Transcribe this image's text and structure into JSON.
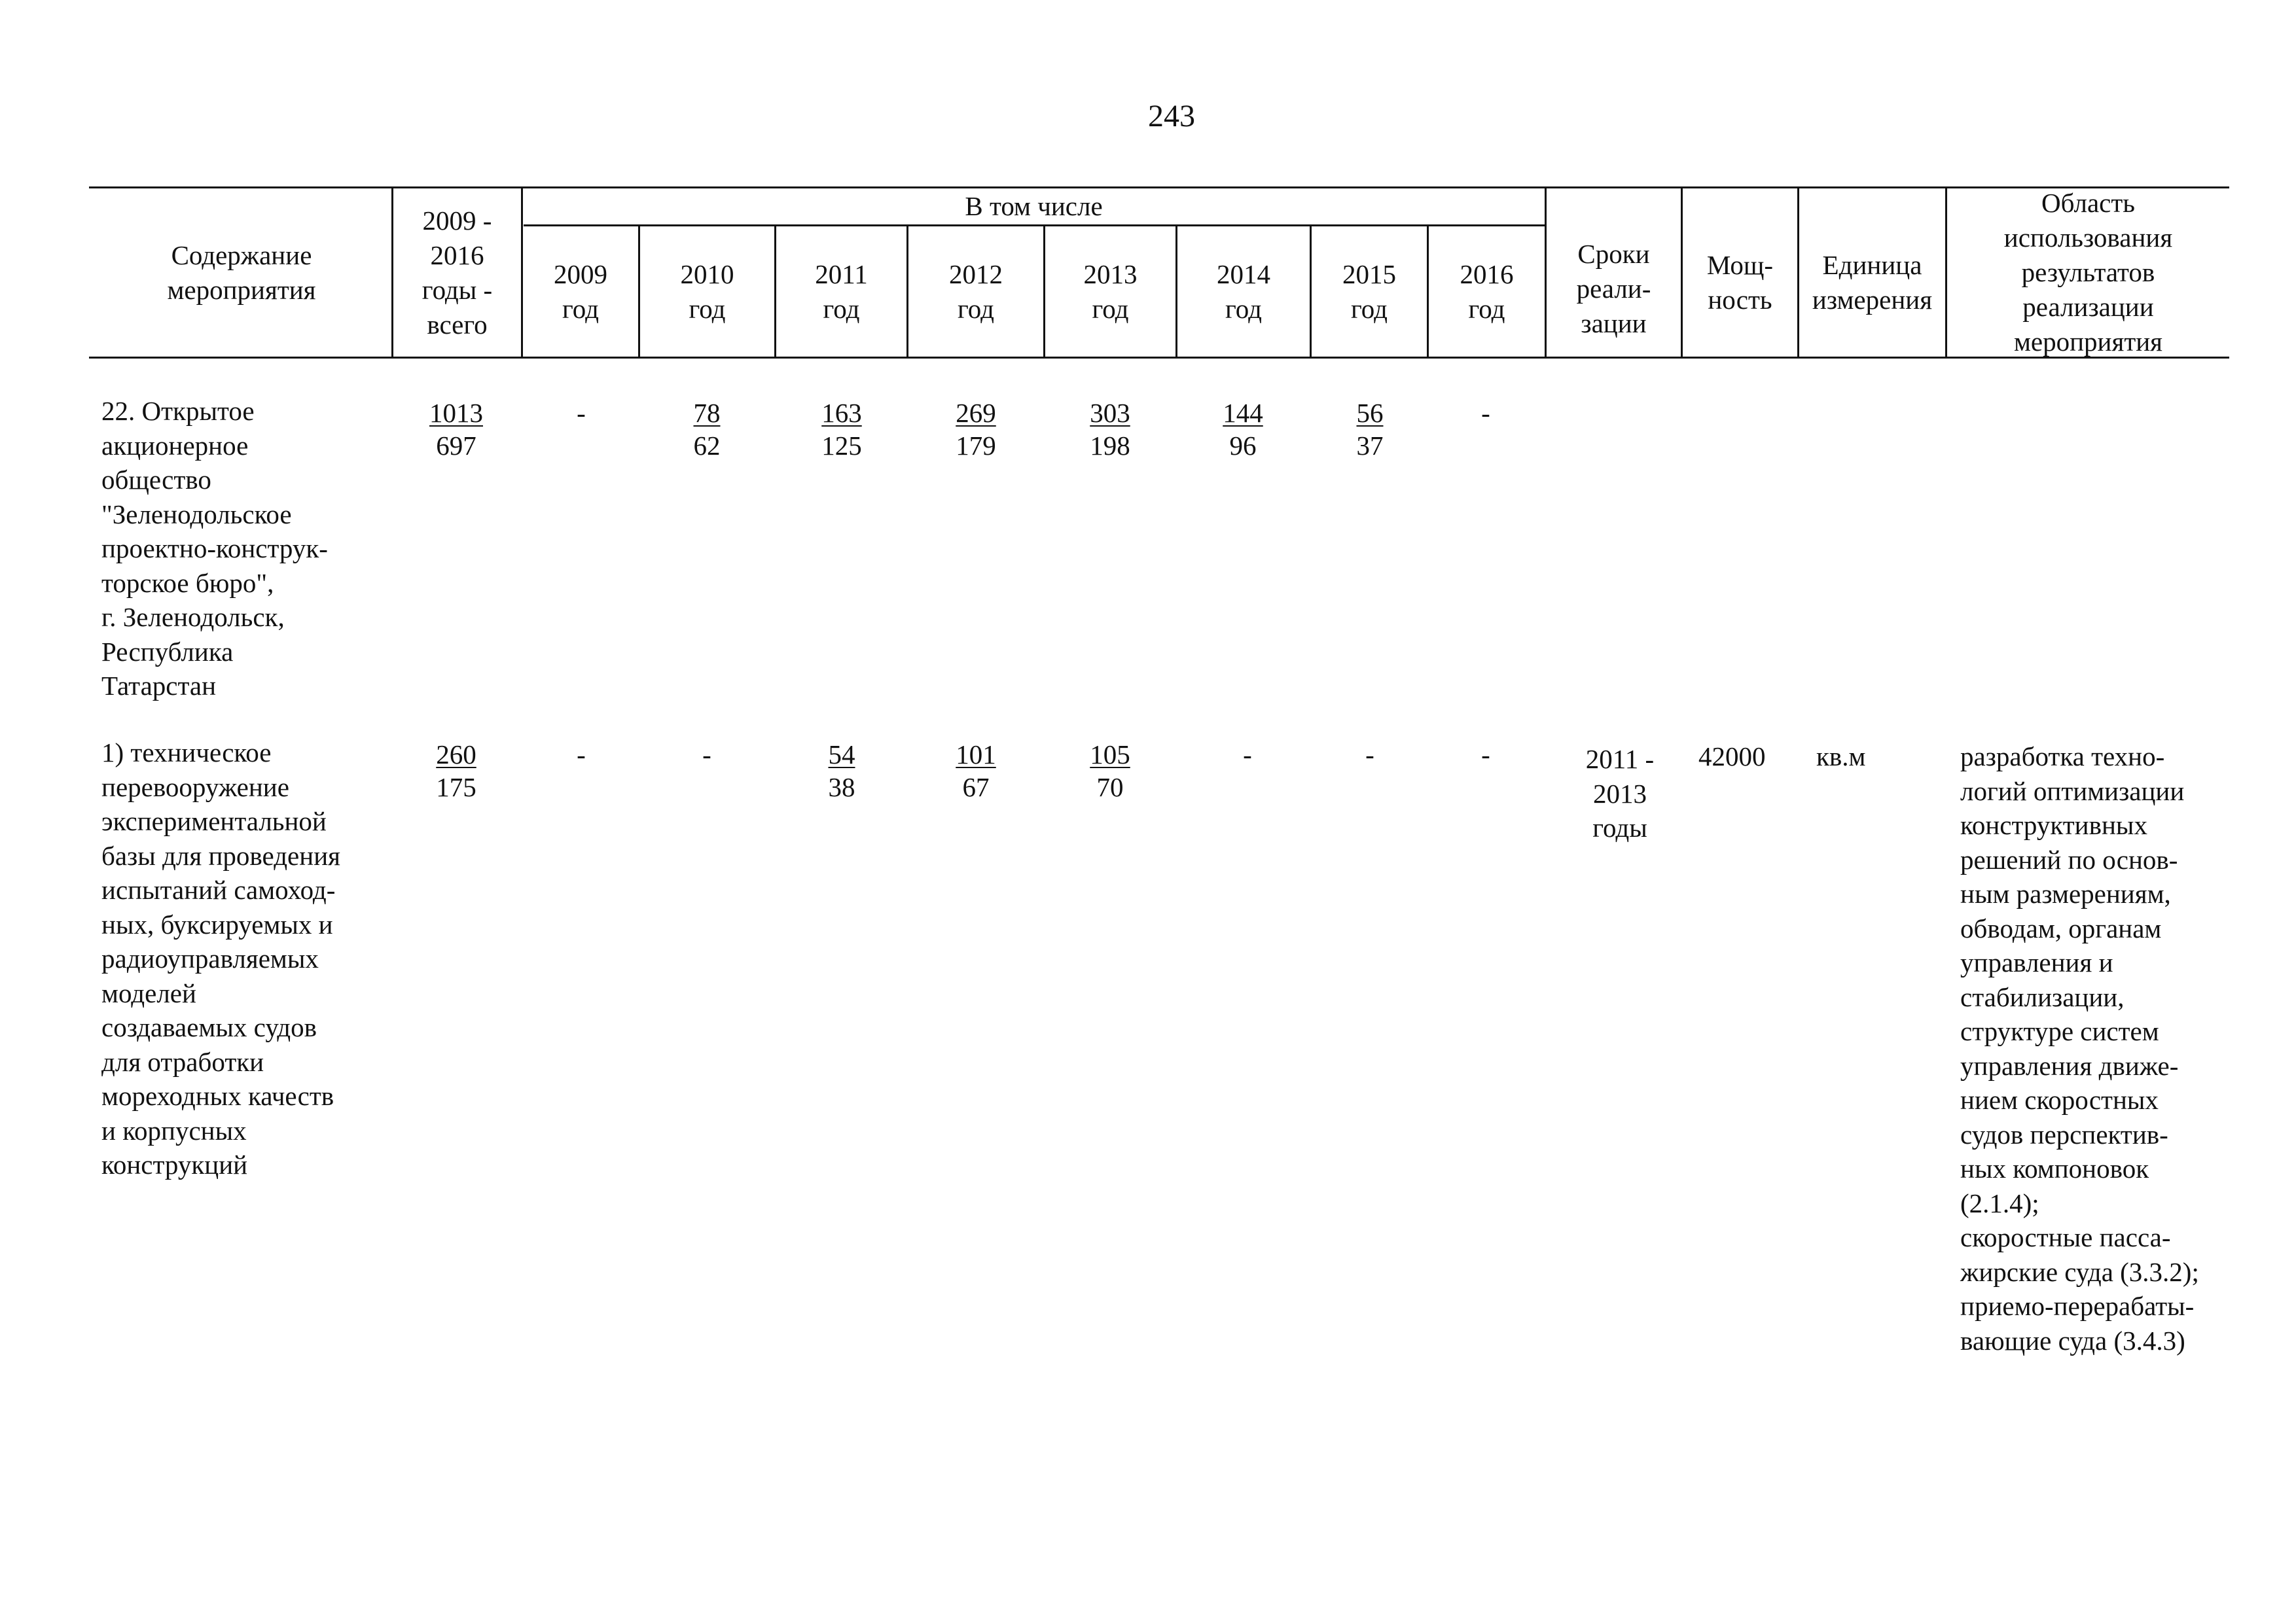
{
  "page_number": "243",
  "header": {
    "col_content": "Содержание\nмероприятия",
    "col_total": "2009 -\n2016\nгоды -\nвсего",
    "group_label": "В том числе",
    "years": [
      {
        "year": "2009",
        "unit": "год"
      },
      {
        "year": "2010",
        "unit": "год"
      },
      {
        "year": "2011",
        "unit": "год"
      },
      {
        "year": "2012",
        "unit": "год"
      },
      {
        "year": "2013",
        "unit": "год"
      },
      {
        "year": "2014",
        "unit": "год"
      },
      {
        "year": "2015",
        "unit": "год"
      },
      {
        "year": "2016",
        "unit": "год"
      }
    ],
    "col_terms": "Сроки\nреали-\nзации",
    "col_capacity": "Мощ-\nность",
    "col_unit": "Единица\nизмерения",
    "col_area": "Область\nиспользования\nрезультатов\nреализации\nмероприятия"
  },
  "rows": [
    {
      "content": "22. Открытое\nакционерное\nобщество\n\"Зеленодольское\nпроектно-конструк-\nторское бюро\",\nг. Зеленодольск,\nРеспублика\nТатарстан",
      "total": {
        "top": "1013",
        "bottom": "697"
      },
      "y2009": "-",
      "y2010": {
        "top": "78",
        "bottom": "62"
      },
      "y2011": {
        "top": "163",
        "bottom": "125"
      },
      "y2012": {
        "top": "269",
        "bottom": "179"
      },
      "y2013": {
        "top": "303",
        "bottom": "198"
      },
      "y2014": {
        "top": "144",
        "bottom": "96"
      },
      "y2015": {
        "top": "56",
        "bottom": "37"
      },
      "y2016": "-"
    },
    {
      "content": "1) техническое\nперевооружение\nэкспериментальной\nбазы для проведения\nиспытаний самоход-\nных, буксируемых и\nрадиоуправляемых\nмоделей\nсоздаваемых судов\nдля отработки\nмореходных качеств\nи корпусных\nконструкций",
      "total": {
        "top": "260",
        "bottom": "175"
      },
      "y2009": "-",
      "y2010": "-",
      "y2011": {
        "top": "54",
        "bottom": "38"
      },
      "y2012": {
        "top": "101",
        "bottom": "67"
      },
      "y2013": {
        "top": "105",
        "bottom": "70"
      },
      "y2014": "-",
      "y2015": "-",
      "y2016": "-",
      "terms": "2011 -\n2013\nгоды",
      "capacity": "42000",
      "unit": "кв.м",
      "area": "разработка техно-\nлогий оптимизации\nконструктивных\nрешений по основ-\nным размерениям,\nобводам, органам\nуправления и\nстабилизации,\nструктуре систем\nуправления движе-\nнием  скоростных\nсудов перспектив-\nных компоновок\n(2.1.4);\nскоростные пасса-\nжирские суда (3.3.2);\nприемо-перерабаты-\nвающие суда (3.4.3)"
    }
  ]
}
